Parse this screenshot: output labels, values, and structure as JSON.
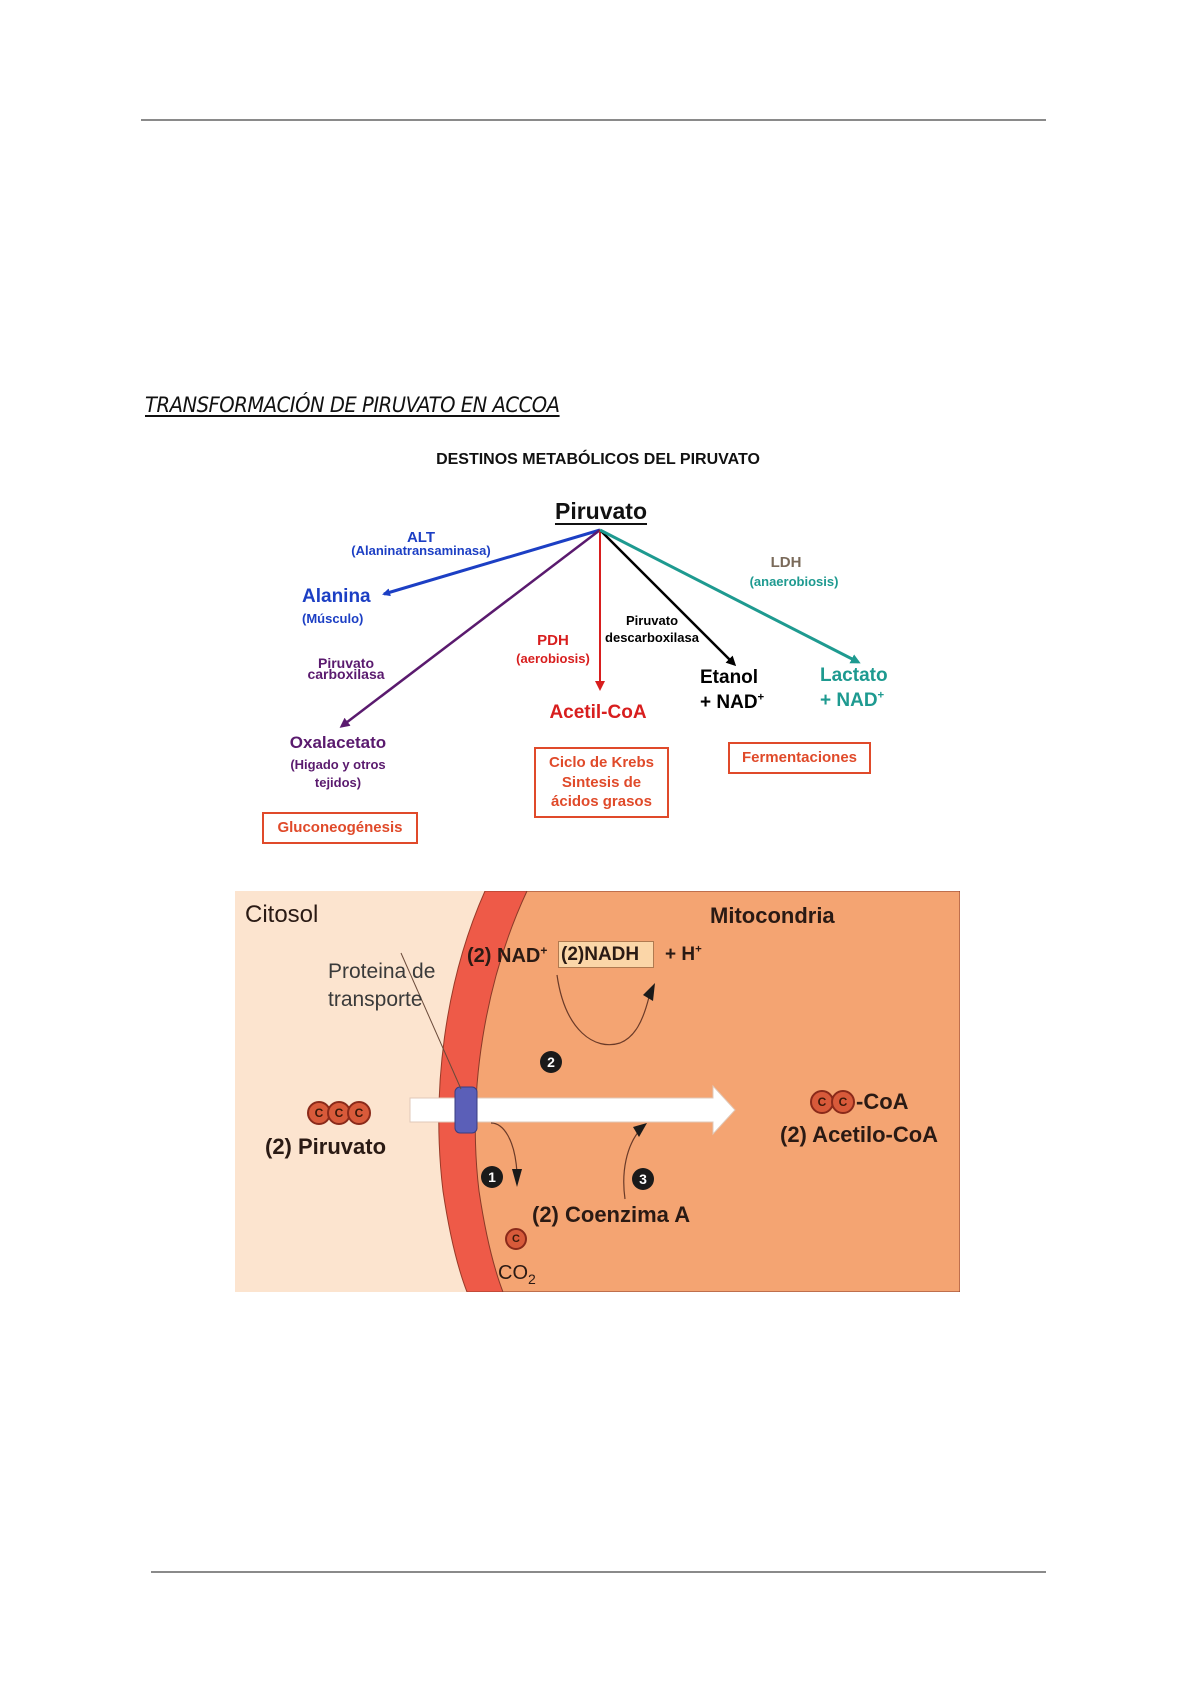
{
  "page": {
    "section_title": "TRANSFORMACIÓN DE PIRUVATO EN ACCOA"
  },
  "diagram1": {
    "title": "DESTINOS METABÓLICOS DEL PIRUVATO",
    "center": "Piruvato",
    "colors": {
      "alt": "#1c3fc4",
      "pc": "#5a1a6e",
      "pdh": "#d81e1e",
      "pdc": "#000000",
      "ldh": "#1e9a90",
      "ldh_name": "#7a6a5a",
      "box": "#e04a2a"
    },
    "alt": {
      "enzyme": "ALT",
      "enzyme_full": "(Alaninatransaminasa)",
      "product": "Alanina",
      "tissue": "(Músculo)"
    },
    "pc": {
      "enzyme_line1": "Piruvato",
      "enzyme_line2": "carboxilasa",
      "product": "Oxalacetato",
      "tissue_line1": "(Higado y otros",
      "tissue_line2": "tejidos)",
      "fate": "Gluconeogénesis"
    },
    "pdh": {
      "enzyme": "PDH",
      "condition": "(aerobiosis)",
      "product": "Acetil-CoA",
      "fate_line1": "Ciclo de Krebs",
      "fate_line2": "Sintesis de",
      "fate_line3": "ácidos grasos"
    },
    "pdc": {
      "enzyme_line1": "Piruvato",
      "enzyme_line2": "descarboxilasa",
      "product": "Etanol",
      "coproduct": "+ NAD",
      "coproduct_sup": "+"
    },
    "ldh": {
      "enzyme": "LDH",
      "condition": "(anaerobiosis)",
      "product": "Lactato",
      "coproduct": "+ NAD",
      "coproduct_sup": "+"
    },
    "fermentation_fate": "Fermentaciones"
  },
  "diagram2": {
    "colors": {
      "cytosol": "#fce4cf",
      "mitochondria": "#f4a472",
      "membrane": "#ee5a48",
      "transporter": "#5b5fb8",
      "arrow": "#ffffff",
      "carbon": "#d85a3a"
    },
    "cytosol_label": "Citosol",
    "mito_label": "Mitocondria",
    "transporter_label_line1": "Proteina de",
    "transporter_label_line2": "transporte",
    "piruvato_atoms": [
      "C",
      "C",
      "C"
    ],
    "piruvato_label": "(2) Piruvato",
    "nad": "(2) NAD",
    "nad_sup": "+",
    "nadh": "(2)NADH",
    "h": "+ H",
    "h_sup": "+",
    "step1": "1",
    "step2": "2",
    "step3": "3",
    "co2_atom": "C",
    "co2": "CO",
    "co2_sub": "2",
    "coenzyme": "(2) Coenzima A",
    "acetyl_atoms": [
      "C",
      "C"
    ],
    "acetyl_coa_suffix": "-CoA",
    "acetyl_label": "(2) Acetilo-CoA"
  }
}
